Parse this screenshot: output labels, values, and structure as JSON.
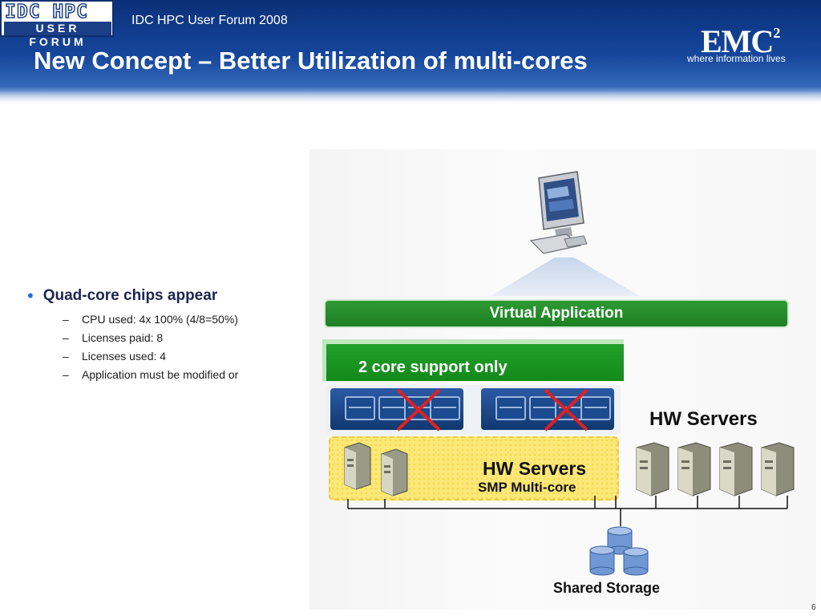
{
  "header": {
    "logo_top": "IDC HPC",
    "logo_bottom": "USER FORUM",
    "forum_title": "IDC HPC User Forum 2008",
    "page_title": "New Concept – Better Utilization of multi-cores",
    "emc_logo": "EMC",
    "emc_logo_sup": "2",
    "emc_tagline": "where information lives"
  },
  "bullets": {
    "main": "Quad-core chips appear",
    "sub": [
      "CPU used: 4x 100% (4/8=50%)",
      "Licenses paid: 8",
      "Licenses used: 4",
      "Application must be modified or"
    ]
  },
  "diagram": {
    "virtual_application": "Virtual Application",
    "core_support": "2 core support  only",
    "smp_title": "HW  Servers",
    "smp_subtitle": "SMP Multi-core",
    "hw_servers": "HW Servers",
    "shared_storage": "Shared Storage"
  },
  "page_number": "6",
  "colors": {
    "header_blue": "#16479c",
    "title_navy": "#1c2550",
    "green": "#1d7f22",
    "yellow": "#fbe878",
    "cross_red": "#e02020"
  }
}
